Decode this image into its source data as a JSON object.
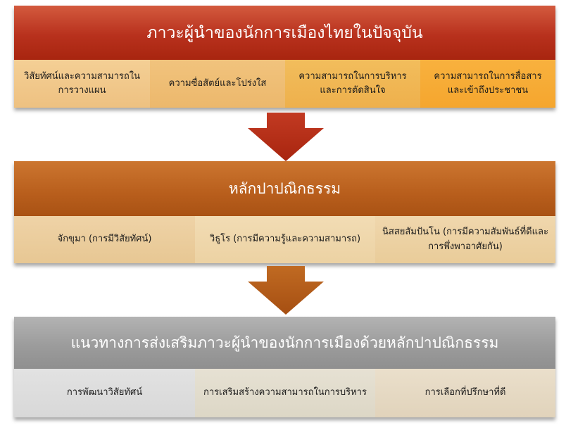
{
  "colors": {
    "header_1": "#b8311d",
    "header_2": "#b85e1c",
    "header_3": "#9c9c9c",
    "arrow_1": "#b8311d",
    "arrow_2": "#b35a16"
  },
  "section_1": {
    "title": "ภาวะผู้นำของนักการเมืองไทยในปัจจุบัน",
    "items": [
      "วิสัยทัศน์และความสามารถในการวางแผน",
      "ความซื่อสัตย์และโปร่งใส",
      "ความสามารถในการบริหารและการตัดสินใจ",
      "ความสามารถในการสื่อสารและเข้าถึงประชาชน"
    ]
  },
  "section_2": {
    "title": "หลักปาปณิกธรรม",
    "items": [
      "จักขุมา (การมีวิสัยทัศน์)",
      "วิธูโร (การมีความรู้และความสามารถ)",
      "นิสสยสัมปันโน (การมีความสัมพันธ์ที่ดีและการพึ่งพาอาศัยกัน)"
    ]
  },
  "section_3": {
    "title": "แนวทางการส่งเสริมภาวะผู้นำของนักการเมืองด้วยหลักปาปณิกธรรม",
    "items": [
      "การพัฒนาวิสัยทัศน์",
      "การเสริมสร้างความสามารถในการบริหาร",
      "การเลือกที่ปรึกษาที่ดี"
    ]
  },
  "icons": {
    "arrow_1": "down-arrow-icon",
    "arrow_2": "down-arrow-icon"
  }
}
